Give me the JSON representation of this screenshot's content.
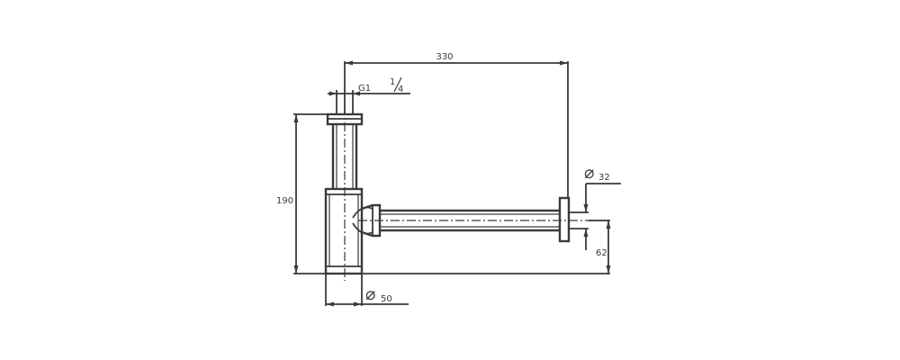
{
  "dimensions": {
    "overall_width": "330",
    "height": "190",
    "outlet_offset": "62",
    "thread_prefix": "G1",
    "thread_fraction_num": "1",
    "thread_fraction_den": "4",
    "diameter_symbol": "⌀",
    "outlet_diameter": "32",
    "trap_diameter": "50"
  },
  "colors": {
    "line": "#3a3a3a",
    "background": "#ffffff"
  }
}
